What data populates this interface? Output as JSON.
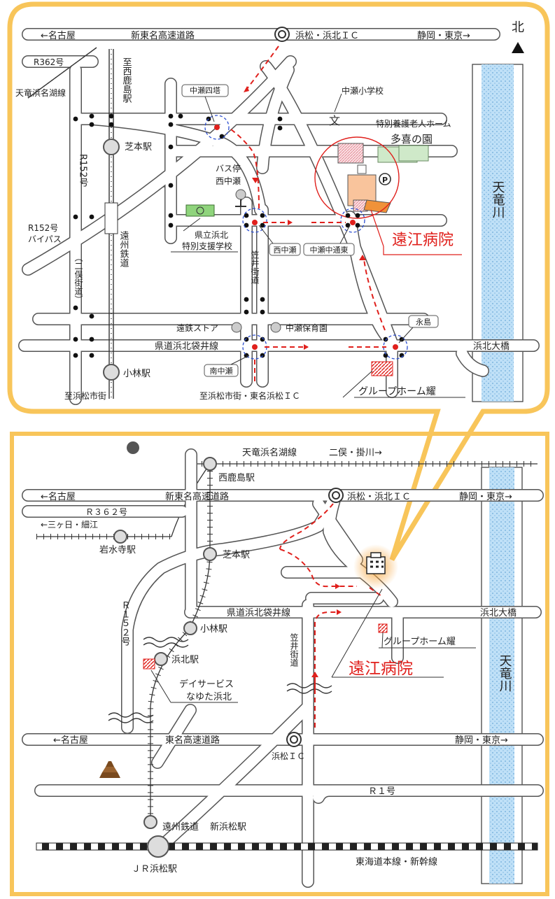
{
  "compass": {
    "north_label": "北"
  },
  "colors": {
    "frame": "#f8c55a",
    "route": "#e0201c",
    "hospital_label": "#e0201c",
    "river": "#a9d3f3"
  },
  "detail_map": {
    "expressway_label": "新東名高速道路",
    "to_nagoya": "←名古屋",
    "interchange": "浜松・浜北ＩＣ",
    "to_shizuoka_tokyo": "静岡・東京→",
    "r362": "R362号",
    "tenryu_hamana_line": "天竜浜名湖線",
    "nishi_kashima_station_vertical": "至西鹿島駅",
    "nakaze_yotsukado": "中瀬四塔",
    "nakaze_elementary": "中瀬小学校",
    "nursing_home_type": "特別養護老人ホーム",
    "nursing_home_name": "多喜の園",
    "shibamoto_station": "芝本駅",
    "bus_stop": "バス停",
    "bus_stop_name": "西中瀬",
    "r152": "R152号",
    "r152_bypass_1": "R152号",
    "r152_bypass_2": "バイパス",
    "futamata_kaido": "（二俣街道）",
    "school_name_1": "県立浜北",
    "school_name_2": "特別支援学校",
    "enshu_railway_vertical": "遠州鉄道",
    "kasai_kaido": "笠井街道",
    "nishi_nakaze": "西中瀬",
    "nakaze_nakadori_higashi": "中瀬中通東",
    "hospital": "遠江病院",
    "tenryu_river": "天竜川",
    "entetsu_store": "遠鉄ストア",
    "nakaze_nursery": "中瀬保育園",
    "eishima": "永島",
    "prefectural_road": "県道浜北袋井線",
    "hamakita_bridge": "浜北大橋",
    "minami_nakaze": "南中瀬",
    "kobayashi_station": "小林駅",
    "to_hamamatsu_city": "至浜松市街",
    "to_hamamatsu_city_tomei": "至浜松市街・東名浜松ＩＣ",
    "group_home": "グループホーム耀"
  },
  "overview_map": {
    "tenryu_hamana_line": "天竜浜名湖線",
    "to_futamata": "二俣・掛川→",
    "nishi_kashima": "西鹿島駅",
    "to_nagoya": "←名古屋",
    "shin_tomei": "新東名高速道路",
    "interchange_north": "浜松・浜北ＩＣ",
    "to_shizuoka_tokyo": "静岡・東京→",
    "r362": "Ｒ３６２号",
    "to_mikkabi": "←三ヶ日・細江",
    "iwamizudera": "岩水寺駅",
    "shibamoto": "芝本駅",
    "r152": "Ｒ１５２号",
    "prefectural_road": "県道浜北袋井線",
    "hamakita_bridge": "浜北大橋",
    "kobayashi": "小林駅",
    "hamakita_station": "浜北駅",
    "group_home": "グループホーム耀",
    "kasai_kaido": "笠井街道",
    "hospital": "遠江病院",
    "tenryu_river": "天竜川",
    "day_service_1": "デイサービス",
    "day_service_2": "なゆた浜北",
    "to_nagoya_tomei": "←名古屋",
    "tomei": "東名高速道路",
    "to_shizuoka_tokyo_tomei": "静岡・東京→",
    "hamamatsu_ic": "浜松ＩＣ",
    "r1": "Ｒ１号",
    "enshu_railway": "遠州鉄道",
    "shin_hamamatsu": "新浜松駅",
    "tokaido": "東海道本線・新幹線",
    "jr_hamamatsu": "ＪＲ浜松駅"
  }
}
